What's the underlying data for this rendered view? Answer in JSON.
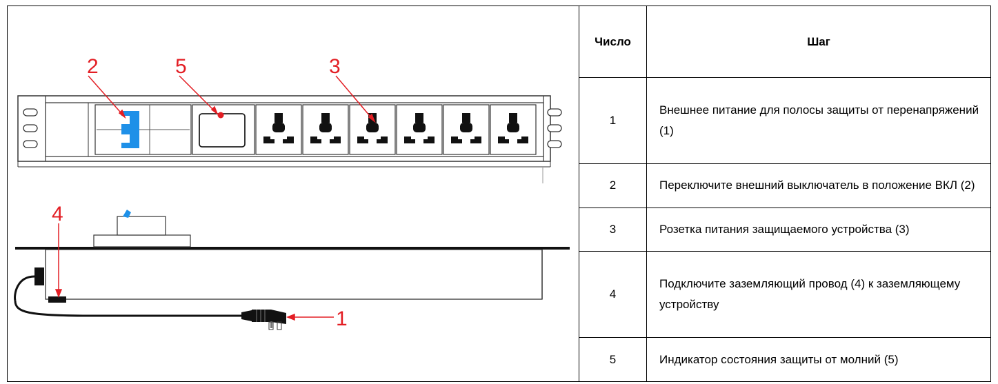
{
  "table": {
    "headers": {
      "number": "Число",
      "step": "Шаг"
    },
    "rows": [
      {
        "number": "1",
        "step": "Внешнее питание для полосы защиты от перенапряжений (1)"
      },
      {
        "number": "2",
        "step": "Переключите внешний выключатель в положение ВКЛ (2)"
      },
      {
        "number": "3",
        "step": "Розетка питания защищаемого устройства (3)"
      },
      {
        "number": "4",
        "step": "Подключите заземляющий провод (4) к заземляющему устройству"
      },
      {
        "number": "5",
        "step": "Индикатор состояния защиты от молний (5)"
      }
    ]
  },
  "diagram": {
    "callouts": {
      "c1": "1",
      "c2": "2",
      "c3": "3",
      "c4": "4",
      "c5": "5"
    },
    "colors": {
      "callout": "#e31e24",
      "breaker": "#1e90e8",
      "indicator": "#e31e24"
    }
  }
}
